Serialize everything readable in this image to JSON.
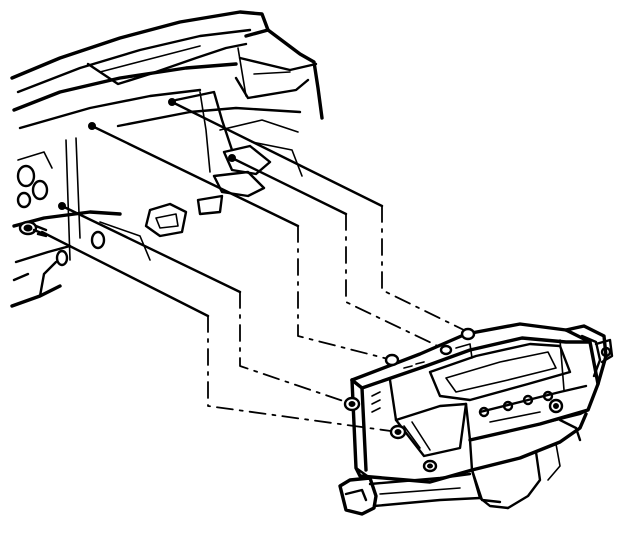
{
  "figure": {
    "kind": "exploded-assembly-illustration",
    "colors": {
      "ink": "#000000",
      "background": "#ffffff"
    },
    "parts": [
      "dash-panel",
      "module-assembly",
      "mounting-studs",
      "mounting-nuts",
      "mounting-screw",
      "alignment-leader-lines"
    ]
  }
}
